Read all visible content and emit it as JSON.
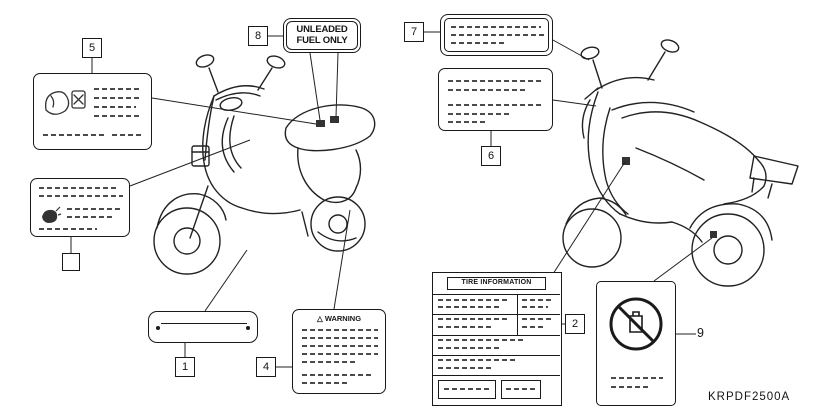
{
  "figure": {
    "part_code": "KRPDF2500A"
  },
  "callouts": {
    "n1": "1",
    "n2": "2",
    "n4": "4",
    "n5": "5",
    "n6": "6",
    "n7": "7",
    "n8": "8",
    "n9": "9",
    "blank": ""
  },
  "labels": {
    "fuel_caution": {
      "line1": "UNLEADED",
      "line2": "FUEL ONLY"
    },
    "warning": {
      "icon": "△",
      "title": "WARNING"
    },
    "tire_information": {
      "title": "TIRE INFORMATION"
    }
  }
}
